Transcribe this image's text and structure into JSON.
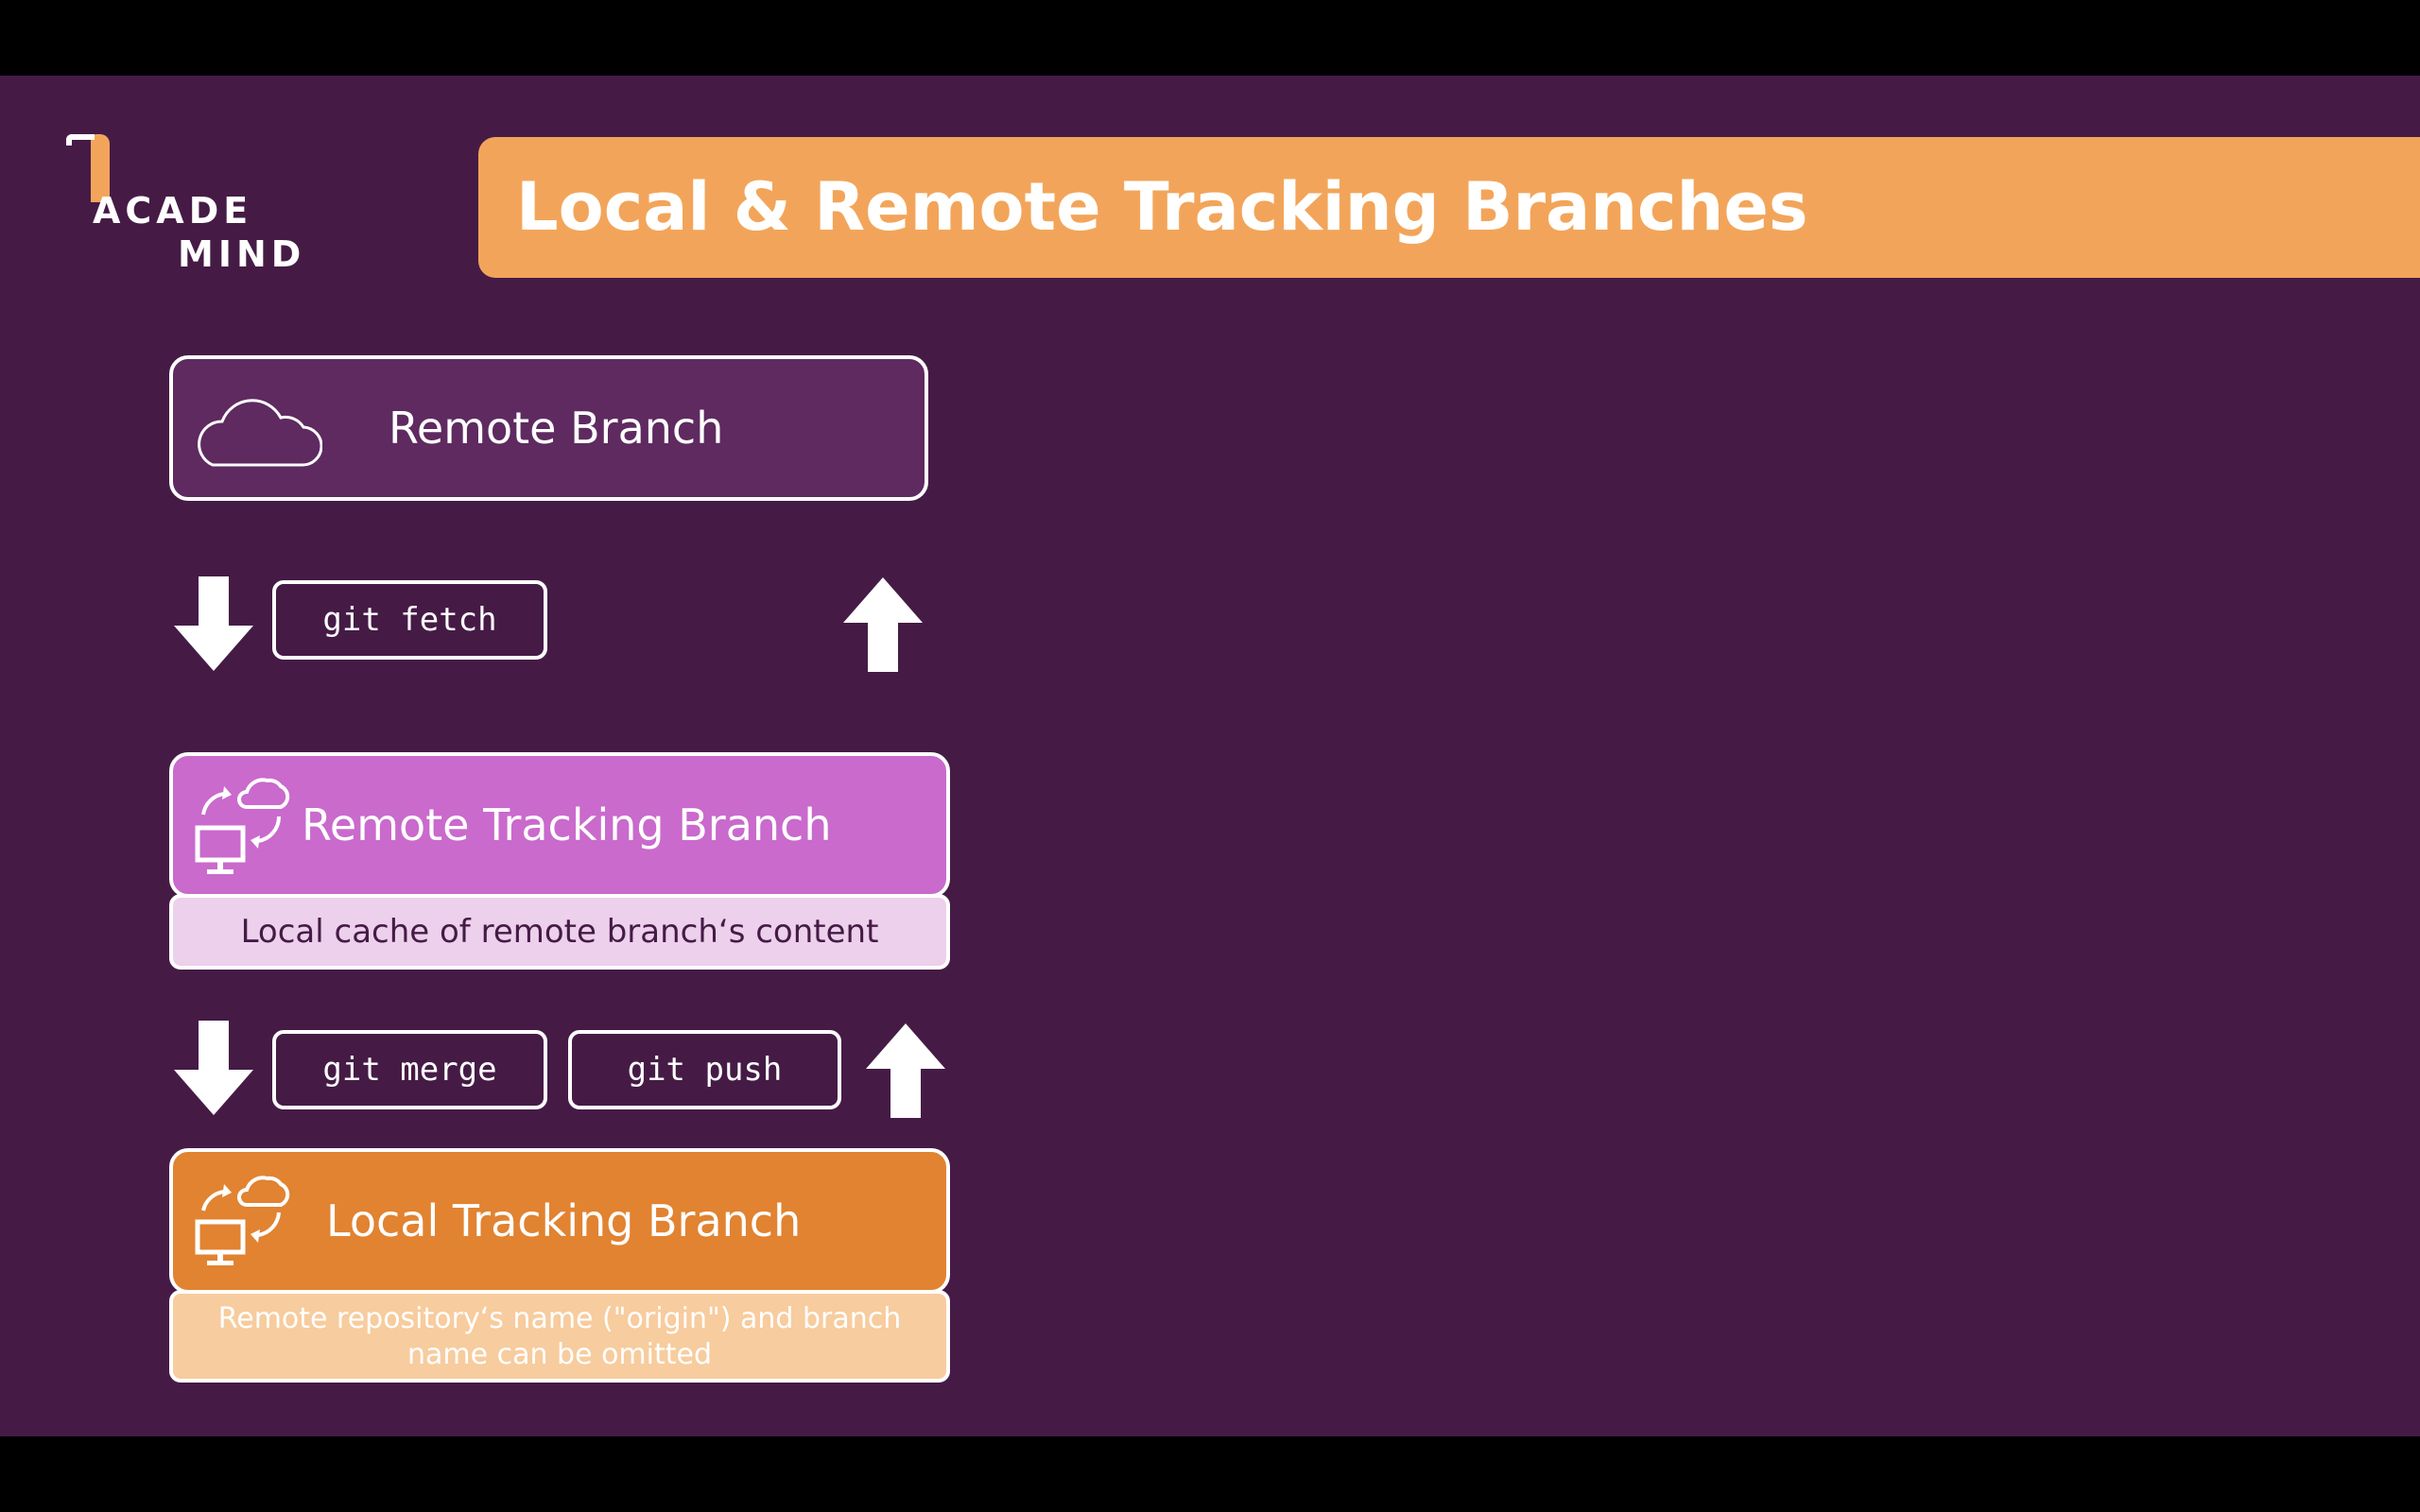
{
  "logo": {
    "line1": "ACADE",
    "line2": "MIND"
  },
  "title": "Local & Remote Tracking Branches",
  "boxes": {
    "remote_branch": {
      "label": "Remote Branch",
      "icon": "cloud-icon"
    },
    "remote_tracking_branch": {
      "label": "Remote Tracking Branch",
      "icon": "computer-cloud-sync-icon",
      "note": "Local cache of remote branch‘s content"
    },
    "local_tracking_branch": {
      "label": "Local Tracking Branch",
      "icon": "computer-cloud-sync-icon",
      "note": "Remote repository‘s name (\"origin\") and branch name can be omitted"
    }
  },
  "commands": {
    "fetch": "git fetch",
    "merge": "git merge",
    "push": "git push"
  },
  "colors": {
    "background": "#451b46",
    "title_bar": "#f2a55a",
    "remote_branch": "#5e2a60",
    "remote_tracking_branch": "#c96acc",
    "remote_tracking_note": "#ecd0ec",
    "local_tracking_branch": "#e18331",
    "local_tracking_note": "#f7cc9e"
  }
}
